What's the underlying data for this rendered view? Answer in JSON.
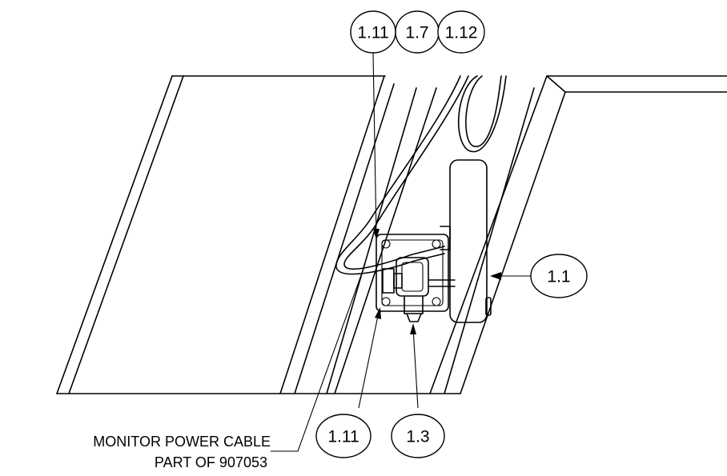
{
  "callouts": {
    "top_1": "1.11",
    "top_2": "1.7",
    "top_3": "1.12",
    "right": "1.1",
    "bottom_1": "1.11",
    "bottom_2": "1.3"
  },
  "note": {
    "line1": "MONITOR POWER CABLE",
    "line2": "PART OF 907053"
  }
}
